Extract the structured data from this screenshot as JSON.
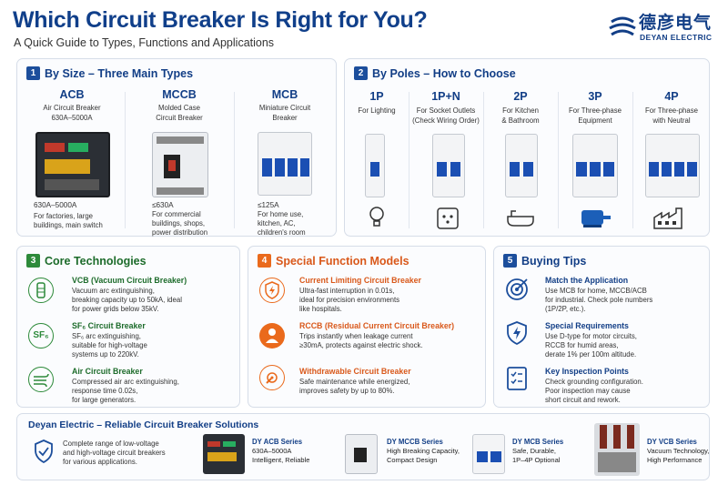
{
  "header": {
    "title": "Which Circuit Breaker Is Right for You?",
    "subtitle": "A Quick Guide to Types, Functions and Applications"
  },
  "logo": {
    "cn": "德彦电气",
    "en": "DEYAN ELECTRIC"
  },
  "size_section": {
    "number": "1",
    "title": "By Size – Three Main Types",
    "types": [
      {
        "name": "ACB",
        "desc1": "Air Circuit Breaker",
        "desc2": "630A–5000A",
        "rating": "630A–5000A",
        "use1": "For factories, large",
        "use2": "buildings, main switch"
      },
      {
        "name": "MCCB",
        "desc1": "Molded Case",
        "desc2": "Circuit Breaker",
        "rating": "≤630A",
        "use1": "For commercial",
        "use2": "buildings, shops,",
        "use3": "power distribution"
      },
      {
        "name": "MCB",
        "desc1": "Miniature Circuit",
        "desc2": "Breaker",
        "rating": "≤125A",
        "use1": "For home use,",
        "use2": "kitchen, AC,",
        "use3": "children's room"
      }
    ]
  },
  "poles_section": {
    "number": "2",
    "title": "By Poles – How to Choose",
    "poles": [
      {
        "name": "1P",
        "use1": "For Lighting",
        "use2": "",
        "icon": "light-bulb-icon"
      },
      {
        "name": "1P+N",
        "use1": "For Socket Outlets",
        "use2": "(Check Wiring Order)",
        "icon": "socket-outlet-icon"
      },
      {
        "name": "2P",
        "use1": "For Kitchen",
        "use2": "& Bathroom",
        "icon": "bathtub-icon"
      },
      {
        "name": "3P",
        "use1": "For Three-phase",
        "use2": "Equipment",
        "icon": "motor-icon"
      },
      {
        "name": "4P",
        "use1": "For Three-phase",
        "use2": "with Neutral",
        "icon": "factory-icon"
      }
    ]
  },
  "core_section": {
    "number": "3",
    "title": "Core Technologies",
    "items": [
      {
        "title": "VCB (Vacuum Circuit Breaker)",
        "lines": [
          "Vacuum arc extinguishing,",
          "breaking capacity up to 50kA, ideal",
          "for power grids below 35kV."
        ],
        "icon": "vacuum-bottle-icon"
      },
      {
        "title": "SF₆ Circuit Breaker",
        "lines": [
          "SF₆ arc extinguishing,",
          "suitable for high-voltage",
          "systems up to 220kV."
        ],
        "icon": "sf6-gas-icon",
        "icon_text": "SF₆"
      },
      {
        "title": "Air Circuit Breaker",
        "lines": [
          "Compressed air arc extinguishing,",
          "response time 0.02s,",
          "for large generators."
        ],
        "icon": "wind-icon"
      }
    ]
  },
  "special_section": {
    "number": "4",
    "title": "Special Function Models",
    "items": [
      {
        "title": "Current Limiting Circuit Breaker",
        "lines": [
          "Ultra-fast interruption in 0.01s,",
          "ideal for precision environments",
          "like hospitals."
        ],
        "icon": "lightning-shield-icon"
      },
      {
        "title": "RCCB (Residual Current Circuit Breaker)",
        "lines": [
          "Trips instantly when leakage current",
          "≥30mA, protects against electric shock."
        ],
        "icon": "person-shock-icon"
      },
      {
        "title": "Withdrawable Circuit Breaker",
        "lines": [
          "Safe maintenance while energized,",
          "improves safety by up to 80%."
        ],
        "icon": "wrench-gear-icon"
      }
    ]
  },
  "tips_section": {
    "number": "5",
    "title": "Buying Tips",
    "items": [
      {
        "title": "Match the Application",
        "lines": [
          "Use MCB for home, MCCB/ACB",
          "for industrial. Check pole numbers",
          "(1P/2P, etc.)."
        ],
        "icon": "target-icon"
      },
      {
        "title": "Special Requirements",
        "lines": [
          "Use D-type for motor circuits,",
          "RCCB for humid areas,",
          "derate 1% per 100m altitude."
        ],
        "icon": "lightning-shield-icon"
      },
      {
        "title": "Key Inspection Points",
        "lines": [
          "Check grounding configuration.",
          "Poor inspection may cause",
          "short circuit and rework."
        ],
        "icon": "checklist-icon"
      }
    ]
  },
  "footer": {
    "title": "Deyan Electric – Reliable Circuit Breaker Solutions",
    "intro": [
      "Complete range of low-voltage",
      "and high-voltage circuit breakers",
      "for various applications."
    ],
    "products": [
      {
        "name": "DY ACB Series",
        "l1": "630A–5000A",
        "l2": "Intelligent, Reliable"
      },
      {
        "name": "DY MCCB Series",
        "l1": "High Breaking Capacity,",
        "l2": "Compact Design"
      },
      {
        "name": "DY MCB Series",
        "l1": "Safe, Durable,",
        "l2": "1P–4P Optional"
      },
      {
        "name": "DY VCB Series",
        "l1": "Vacuum Technology,",
        "l2": "High Performance"
      }
    ]
  },
  "colors": {
    "navy": "#123e86",
    "green": "#1c6b2a",
    "orange": "#d9581a",
    "border": "#d6dde8"
  }
}
